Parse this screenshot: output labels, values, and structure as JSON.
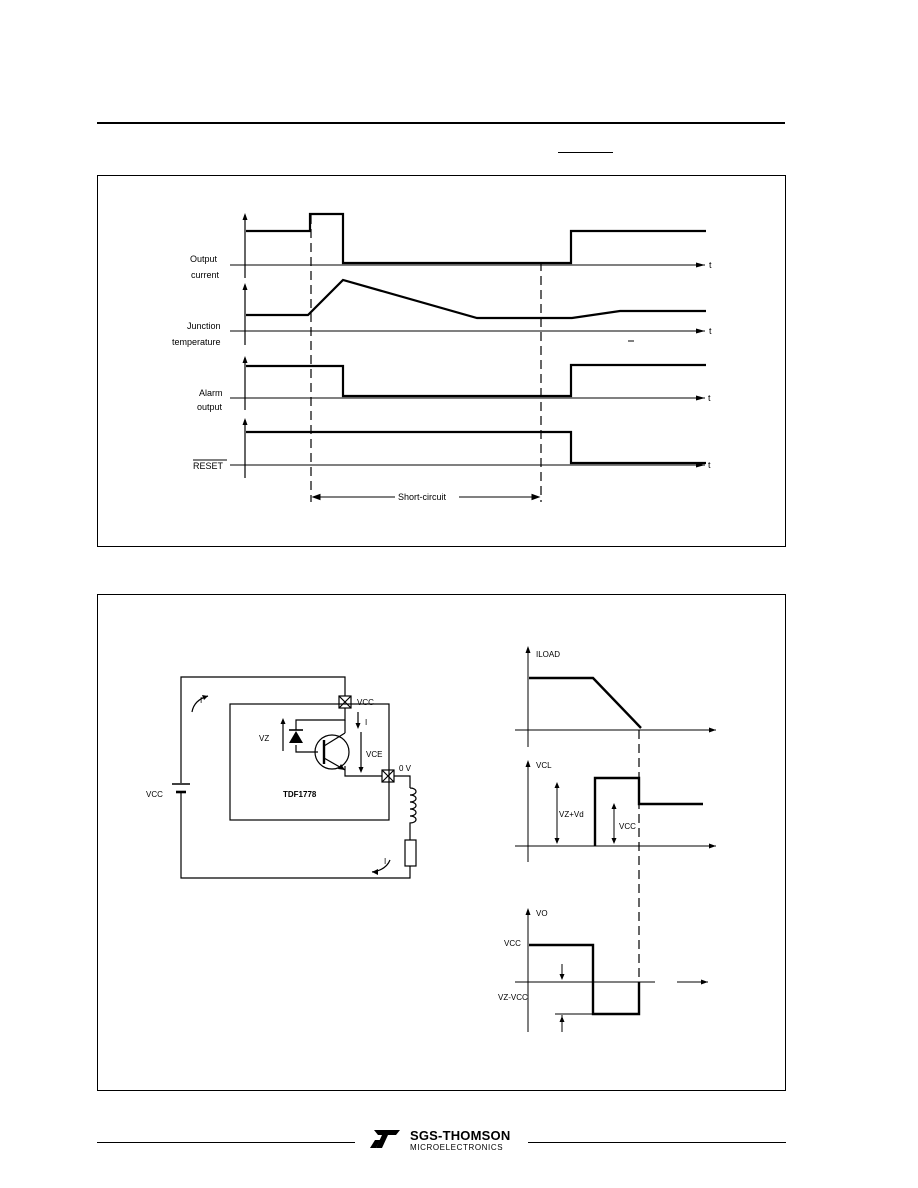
{
  "fig1": {
    "labels": {
      "output_current_1": "Output",
      "output_current_2": "current",
      "junction_temp_1": "Junction",
      "junction_temp_2": "temperature",
      "alarm_output_1": "Alarm",
      "alarm_output_2": "output",
      "reset": "RESET",
      "short_circuit": "Short-circuit",
      "t": "t"
    }
  },
  "fig2": {
    "circuit": {
      "vcc_top": "VCC",
      "vz": "VZ",
      "vce": "VCE",
      "ov": "0 V",
      "vcc_left": "VCC",
      "chip": "TDF1778",
      "i": "I"
    },
    "waveforms": {
      "iload": "ILOAD",
      "vcl": "VCL",
      "vz_vd": "VZ+Vd",
      "vcc_right": "VCC",
      "vo": "VO",
      "vcc_level": "VCC",
      "vz_minus_vcc": "VZ-VCC"
    }
  },
  "footer": {
    "brand": "SGS-THOMSON",
    "sub": "MICROELECTRONICS"
  }
}
